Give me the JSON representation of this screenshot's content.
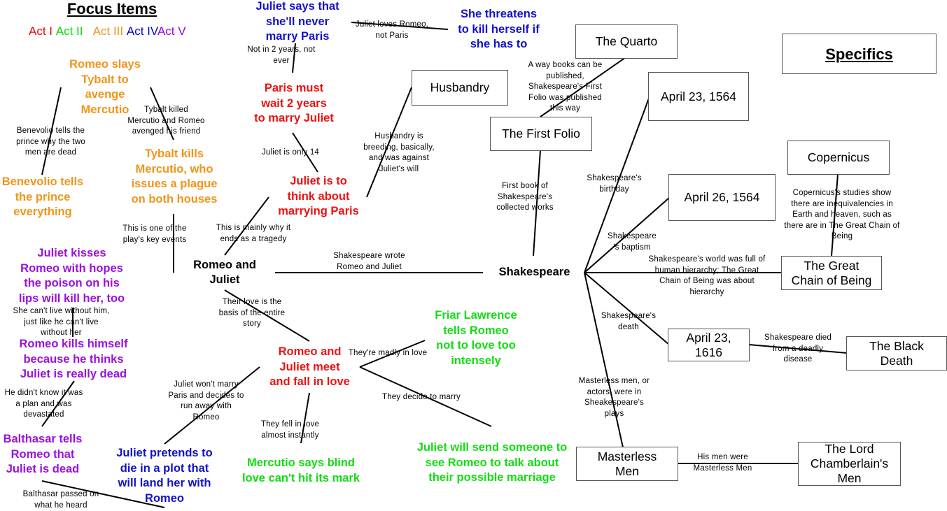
{
  "headings": {
    "focus_items": "Focus Items",
    "specifics": "Specifics"
  },
  "legend": [
    {
      "label": "Act I",
      "color": "#ee0000"
    },
    {
      "label": "Act II",
      "color": "#00dd00"
    },
    {
      "label": "Act III",
      "color": "#f0951a"
    },
    {
      "label": "Act IV",
      "color": "#0000cc"
    },
    {
      "label": "Act V",
      "color": "#9900dd"
    }
  ],
  "colors": {
    "act1": "#ee1111",
    "act2": "#11dd11",
    "act3": "#f0951a",
    "act4": "#1111cc",
    "act5": "#9911dd",
    "line": "#000000",
    "box_border": "#555555"
  },
  "central_topics": {
    "romeo_and_juliet": "Romeo and\nJuliet",
    "shakespeare": "Shakespeare"
  },
  "events": {
    "juliet_never_marry_paris": "Juliet says that\nshe'll never\nmarry Paris",
    "threatens_kill_herself": "She threatens\nto kill herself if\nshe has to",
    "romeo_slays_tybalt": "Romeo slays\nTybalt to\navenge\nMercutio",
    "paris_must_wait": "Paris must\nwait 2 years\nto marry Juliet",
    "benevolio_tells_prince": "Benevolio tells\nthe prince\neverything",
    "tybalt_kills_mercutio": "Tybalt kills\nMercutio, who\nissues a plague\non both houses",
    "juliet_think_marrying_paris": "Juliet is to\nthink about\nmarrying Paris",
    "juliet_kisses_romeo": "Juliet kisses\nRomeo with hopes\nthe poison on his\nlips will kill her, too",
    "romeo_kills_himself": "Romeo kills himself\nbecause he thinks\nJuliet is really dead",
    "balthasar_tells_romeo": "Balthasar tells\nRomeo that\nJuliet is dead",
    "juliet_pretends_to_die": "Juliet pretends to\ndie in a plot that\nwill land her with\nRomeo",
    "romeo_juliet_meet": "Romeo and\nJuliet meet\nand fall in love",
    "friar_lawrence": "Friar Lawrence\ntells Romeo\nnot to love too\nintensely",
    "mercutio_blind_love": "Mercutio says blind\nlove can't hit its mark",
    "juliet_send_someone": "Juliet will send someone to\nsee Romeo to talk about\ntheir possible marriage"
  },
  "boxes": {
    "the_quarto": "The Quarto",
    "husbandry": "Husbandry",
    "first_folio": "The First Folio",
    "april_23_1564": "April 23, 1564",
    "copernicus": "Copernicus",
    "april_26_1564": "April 26, 1564",
    "great_chain": "The Great\nChain of Being",
    "april_23_1616": "April 23,\n1616",
    "black_death": "The Black\nDeath",
    "masterless_men": "Masterless\nMen",
    "lord_chamberlains_men": "The Lord\nChamberlain's\nMen"
  },
  "link_labels": {
    "juliet_loves_romeo": "Juliet loves Romeo,\nnot Paris",
    "not_in_2_years": "Not in 2 years, not\never",
    "tybalt_killed_mercutio": "Tybalt killed\nMercutio and Romeo\navenged his friend",
    "benevolio_why": "Benevolio tells the\nprince why the two\nmen are dead",
    "juliet_only_14": "Juliet is only 14",
    "husbandry_is_breeding": "Husbandry is\nbreeding, basically,\nand was against\nJuliet's will",
    "way_books_published": "A way books can be\npublished,\nShakespeare's First\nFolio was published\nthis way",
    "first_book_collected": "First book of\nShakespeare's\ncollected works",
    "shakespeare_birthday": "Shakespeare's\nbirthday",
    "copernicus_studies": "Copernicus's studies show\nthere are inequivalencies in\nEarth and heaven, such as\nthere are in The Great Chain of\nBeing",
    "shakespeare_baptism": "Shakespeare\n's baptism",
    "key_events": "This is one of the\nplay's key events",
    "mainly_why_tragedy": "This is mainly why it\nends as a tragedy",
    "shakespeare_wrote": "Shakespeare wrote\nRomeo and Juliet",
    "hierarchy": "Shakespeare's world was full of\nhuman hierarchy; The Great\nChain of Being was about\nhierarchy",
    "cant_live_without": "She can't live without him,\njust like he can't live\nwithout her",
    "their_love_basis": "Their love is the\nbasis of the entire\nstory",
    "madly_in_love": "They're madly in love",
    "shakespeare_death": "Shakespeare's\ndeath",
    "died_deadly_disease": "Shakespeare died\nfrom a deadly\ndisease",
    "didnt_know_plan": "He didn't know it was\na plan and was\ndevastated",
    "wont_marry_paris": "Juliet won't marry\nParis and decides to\nrun away with\nRomeo",
    "decide_to_marry": "They decide to marry",
    "masterless_actors": "Masterless men, or\nactors, were in\nSheakespeare's\nplays",
    "his_men_were": "His men were\nMasterless Men",
    "fell_in_love_instantly": "They fell in love\nalmost instantly",
    "balthasar_passed_on": "Balthasar passed on\nwhat he heard"
  }
}
